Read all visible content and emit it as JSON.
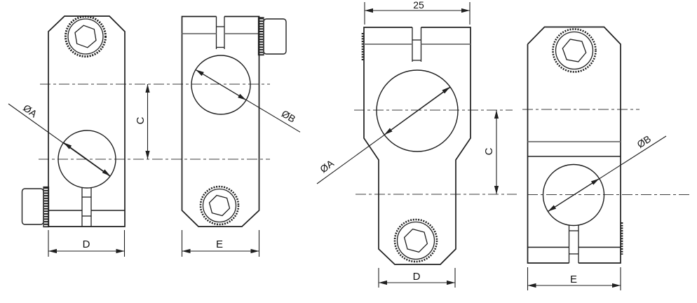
{
  "drawing": {
    "description": "Engineering dimension drawing of two cross tube clamps, front and side views",
    "colors": {
      "background": "#ffffff",
      "main_line": "#1f1f1f",
      "thin_line": "#6f6f6f",
      "centerline": "#3c3c3c",
      "text": "#111111"
    },
    "left_assembly": {
      "front_view": {
        "dia_a_label": "ØA",
        "dim_d_label": "D"
      },
      "side_view": {
        "dia_b_label": "ØB",
        "dim_e_label": "E"
      },
      "dim_c_label": "C"
    },
    "right_assembly": {
      "front_view": {
        "dia_a_label": "ØA",
        "dim_d_label": "D",
        "dim_width_label": "25"
      },
      "side_view": {
        "dia_b_label": "ØB",
        "dim_e_label": "E"
      },
      "dim_c_label": "C"
    }
  }
}
